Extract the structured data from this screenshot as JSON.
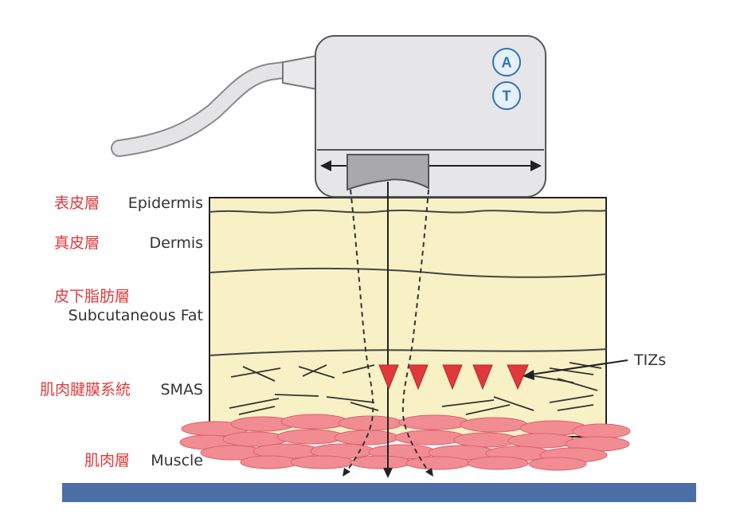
{
  "device": {
    "button_a": "A",
    "button_t": "T"
  },
  "layers": {
    "epidermis": {
      "zh": "表皮層",
      "en": "Epidermis"
    },
    "dermis": {
      "zh": "真皮層",
      "en": "Dermis"
    },
    "subcutaneous_fat": {
      "zh": "皮下脂肪層",
      "en": "Subcutaneous Fat"
    },
    "smas": {
      "zh": "肌肉腱膜系統",
      "en": "SMAS"
    },
    "muscle": {
      "zh": "肌肉層",
      "en": "Muscle"
    }
  },
  "callouts": {
    "tizs": "TIZs"
  },
  "colors": {
    "label_zh": "#e0393b",
    "label_en": "#333333",
    "tissue": "#f8f1c6",
    "muscle": "#f28c93",
    "base_bar": "#4a6fa5",
    "device": "#e6e6e9",
    "button_text": "#2f73b8"
  }
}
